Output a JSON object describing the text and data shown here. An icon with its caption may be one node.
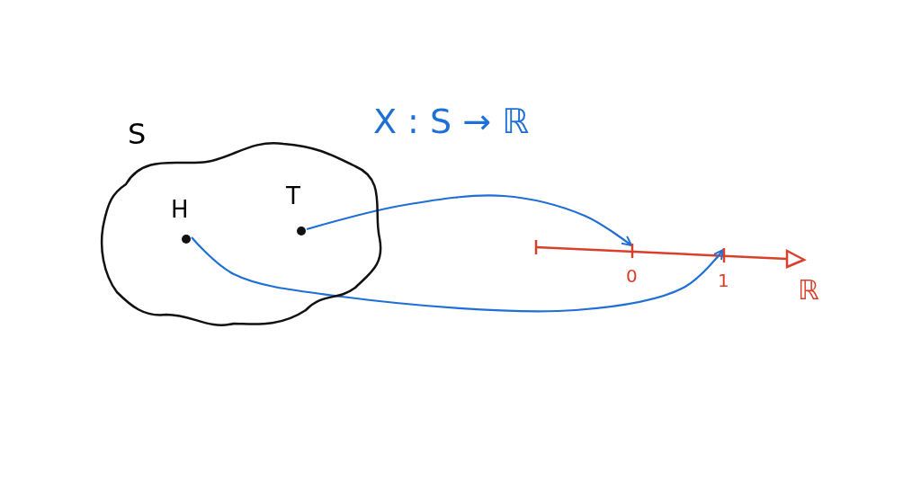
{
  "diagram": {
    "title": "X : S → ℝ",
    "nodes": [
      {
        "text": [
          "S"
        ]
      },
      {
        "text": [
          "H"
        ],
        "in": 0
      },
      {
        "text": [
          "T"
        ],
        "in": 0
      },
      {
        "text": [
          "0"
        ]
      },
      {
        "text": [
          "1"
        ]
      }
    ],
    "edges": [
      {
        "from": 2,
        "to": 3,
        "arrow": "to"
      },
      {
        "from": 1,
        "to": 4,
        "arrow": "to"
      }
    ],
    "labels": [
      "ℝ"
    ]
  }
}
